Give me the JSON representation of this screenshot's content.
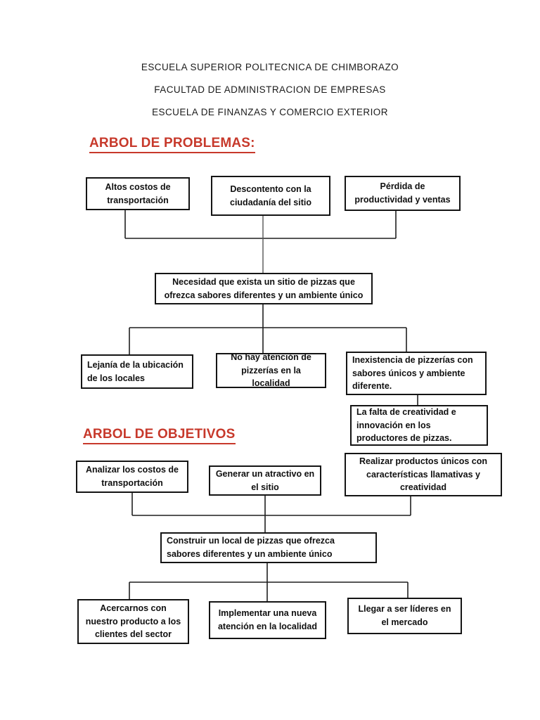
{
  "colors": {
    "title_red": "#c7392b",
    "line_black": "#1f1f1f"
  },
  "header": {
    "line1": "ESCUELA SUPERIOR POLITECNICA DE CHIMBORAZO",
    "line2": "FACULTAD DE ADMINISTRACION DE EMPRESAS",
    "line3": "ESCUELA DE FINANZAS Y COMERCIO EXTERIOR"
  },
  "problem_tree": {
    "title": "ARBOL DE PROBLEMAS:",
    "effects": [
      "Altos costos de transportación",
      "Descontento con la ciudadanía del sitio",
      "Pérdida de productividad y ventas"
    ],
    "core_problem": "Necesidad que exista un sitio de pizzas que ofrezca sabores diferentes y un ambiente único",
    "causes": [
      "Lejanía de la ubicación de los locales",
      "No hay atención de pizzerías en la localidad",
      "Inexistencia de pizzerías con sabores únicos y ambiente diferente.",
      "La falta de creatividad e innovación en los productores de pizzas."
    ]
  },
  "objective_tree": {
    "title": "ARBOL DE OBJETIVOS",
    "means": [
      "Analizar los costos de transportación",
      "Generar un atractivo en el sitio",
      "Realizar productos únicos con características llamativas y creatividad"
    ],
    "core_objective": "Construir un local de pizzas que ofrezca sabores diferentes y un ambiente único",
    "ends": [
      "Acercarnos con nuestro producto a los clientes del sector",
      "Implementar una nueva atención en la localidad",
      "Llegar a ser líderes en el mercado"
    ]
  }
}
